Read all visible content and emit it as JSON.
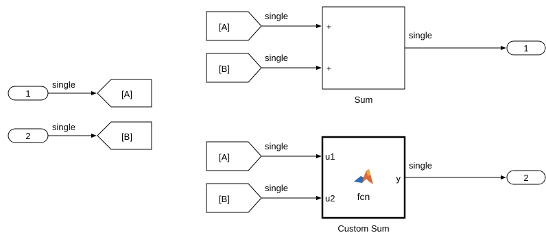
{
  "inports": [
    {
      "id": "inport-1",
      "number": "1"
    },
    {
      "id": "inport-2",
      "number": "2"
    }
  ],
  "goto_tags": [
    {
      "id": "goto-a",
      "tag": "[A]"
    },
    {
      "id": "goto-b",
      "tag": "[B]"
    }
  ],
  "from_tags": [
    {
      "id": "from-a-sum",
      "tag": "[A]"
    },
    {
      "id": "from-b-sum",
      "tag": "[B]"
    },
    {
      "id": "from-a-fcn",
      "tag": "[A]"
    },
    {
      "id": "from-b-fcn",
      "tag": "[B]"
    }
  ],
  "signal_type": "single",
  "sum_block": {
    "name": "Sum",
    "signs": [
      "+",
      "+"
    ]
  },
  "custom_sum_block": {
    "name": "Custom Sum",
    "function": "fcn",
    "inputs": [
      "u1",
      "u2"
    ],
    "output": "y"
  },
  "outports": [
    {
      "id": "outport-1",
      "number": "1"
    },
    {
      "id": "outport-2",
      "number": "2"
    }
  ],
  "colors": {
    "line": "#000000",
    "background": "#ffffff",
    "matlab_orange": "#e16737",
    "matlab_blue": "#2b6fb5"
  },
  "icons": {
    "fcn_block_icon": "matlab-logo-icon"
  }
}
